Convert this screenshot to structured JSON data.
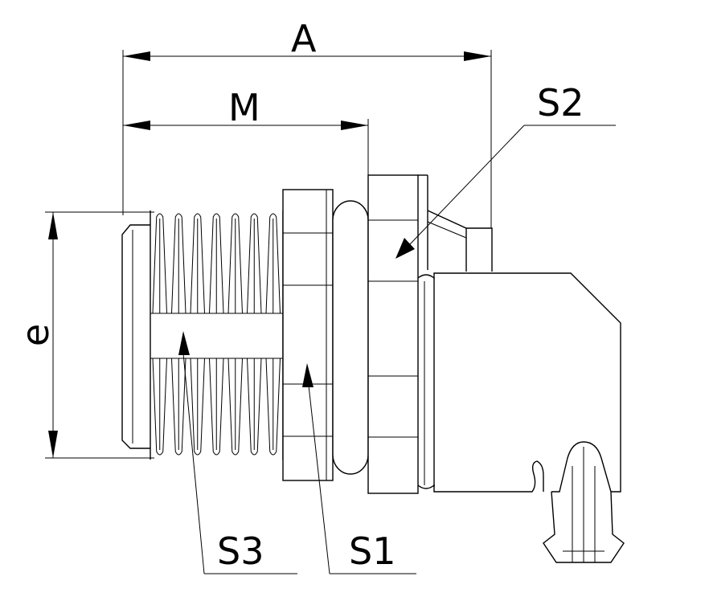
{
  "drawing": {
    "labels": {
      "overall_length": "A",
      "thread_length": "M",
      "thread_diameter": "e",
      "nut_body": "S2",
      "lock_nut": "S1",
      "thread_wrench": "S3"
    }
  }
}
